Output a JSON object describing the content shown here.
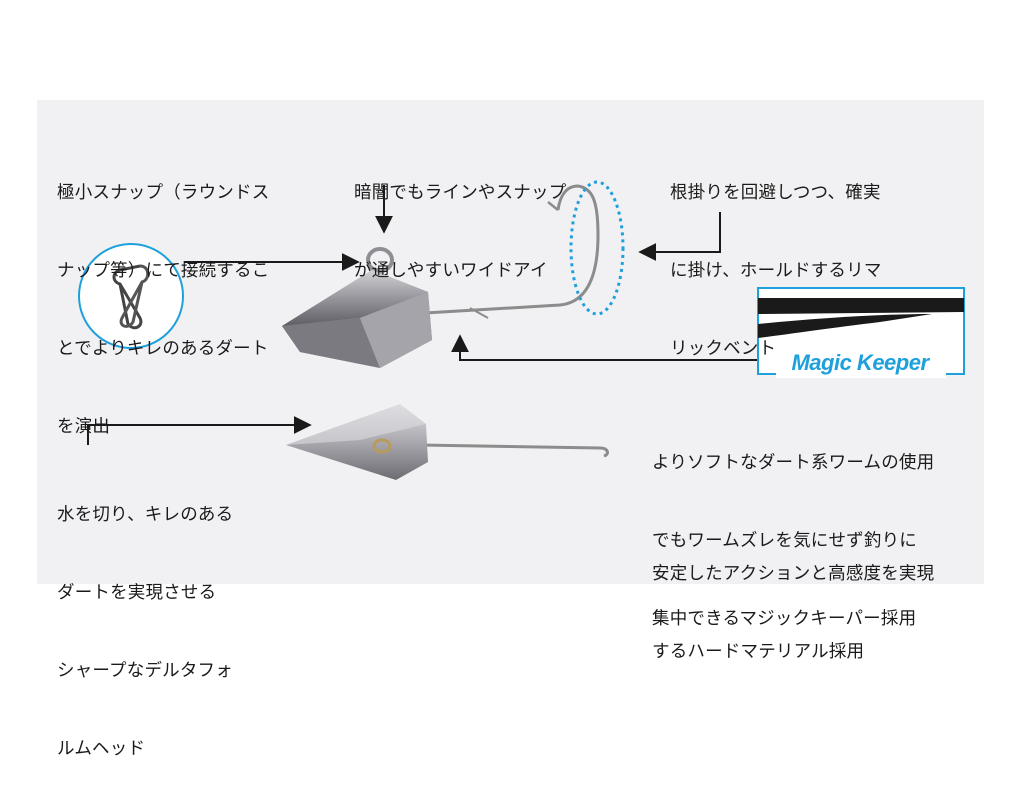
{
  "colors": {
    "panel_bg": "#f1f1f3",
    "accent_blue": "#1ea0dd",
    "text": "#1a1a1a",
    "lead_metal": "#9a9aa0",
    "hook_wire": "#8c8c8c"
  },
  "annotations": {
    "snap": [
      "極小スナップ（ラウンドス",
      "ナップ等）にて接続するこ",
      "とでよりキレのあるダート",
      "を演出"
    ],
    "eye": [
      "暗闇でもラインやスナップ",
      "が通しやすいワイドアイ"
    ],
    "hook_bend": [
      "根掛りを回避しつつ、確実",
      "に掛け、ホールドするリマ",
      "リックベント"
    ],
    "head_shape": [
      "水を切り、キレのある",
      "ダートを実現させる",
      "シャープなデルタフォ",
      "ルムヘッド"
    ],
    "keeper_desc": [
      "よりソフトなダート系ワームの使用",
      "でもワームズレを気にせず釣りに",
      "集中できるマジックキーパー採用"
    ],
    "material": [
      "安定したアクションと高感度を実現",
      "するハードマテリアル採用"
    ]
  },
  "magic_keeper": {
    "label": "Magic Keeper"
  },
  "icons": [
    "snap-swivel-icon",
    "jighead-top-image",
    "jighead-bottom-image",
    "magic-keeper-icon"
  ]
}
